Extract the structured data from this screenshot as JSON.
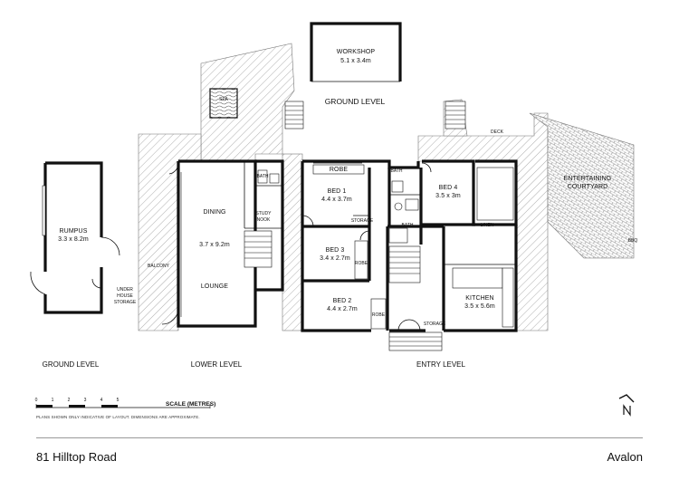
{
  "labels": {
    "workshop": "WORKSHOP",
    "workshop_dim": "5.1 x 3.4m",
    "spa": "SPA",
    "ground_level_top": "GROUND LEVEL",
    "deck": "DECK",
    "entertaining_1": "ENTERTAINING",
    "entertaining_2": "COURTYARD",
    "bbq": "BBQ",
    "rumpus": "RUMPUS",
    "rumpus_dim": "3.3 x 8.2m",
    "under_house_1": "UNDER",
    "under_house_2": "HOUSE",
    "under_house_3": "STORAGE",
    "balcony": "BALCONY",
    "dining": "DINING",
    "living_dim": "3.7 x 9.2m",
    "lounge": "LOUNGE",
    "bath_lower": "BATH",
    "study_1": "STUDY",
    "study_2": "NOOK",
    "robe_top": "ROBE",
    "bed1": "BED 1",
    "bed1_dim": "4.4 x 3.7m",
    "storage_mid": "STORAGE",
    "bed3": "BED 3",
    "bed3_dim": "3.4 x 2.7m",
    "robe_bed3": "ROBE",
    "bed2": "BED 2",
    "bed2_dim": "4.4 x 2.7m",
    "robe_bed2": "ROBE",
    "bath_entry_top": "BATH",
    "bath_entry_mid": "BATH",
    "bed4": "BED 4",
    "bed4_dim": "3.5 x 3m",
    "linen": "LINEN",
    "kitchen": "KITCHEN",
    "kitchen_dim": "3.5 x 5.6m",
    "storage_entry": "STORAGE"
  },
  "levels": {
    "ground": "GROUND LEVEL",
    "lower": "LOWER LEVEL",
    "entry": "ENTRY LEVEL"
  },
  "scale": {
    "label": "SCALE (METRES)",
    "ticks": [
      "0",
      "1",
      "2",
      "3",
      "4",
      "5"
    ]
  },
  "disclaimer": "PLANS SHOWN ONLY INDICATIVE OF LAYOUT. DIMENSIONS ARE APPROXIMATE.",
  "footer": {
    "address": "81 Hilltop Road",
    "suburb": "Avalon"
  },
  "colors": {
    "wall": "#111111",
    "hatch": "#8a8a8a"
  },
  "icons": {
    "north": "north-arrow-icon"
  }
}
